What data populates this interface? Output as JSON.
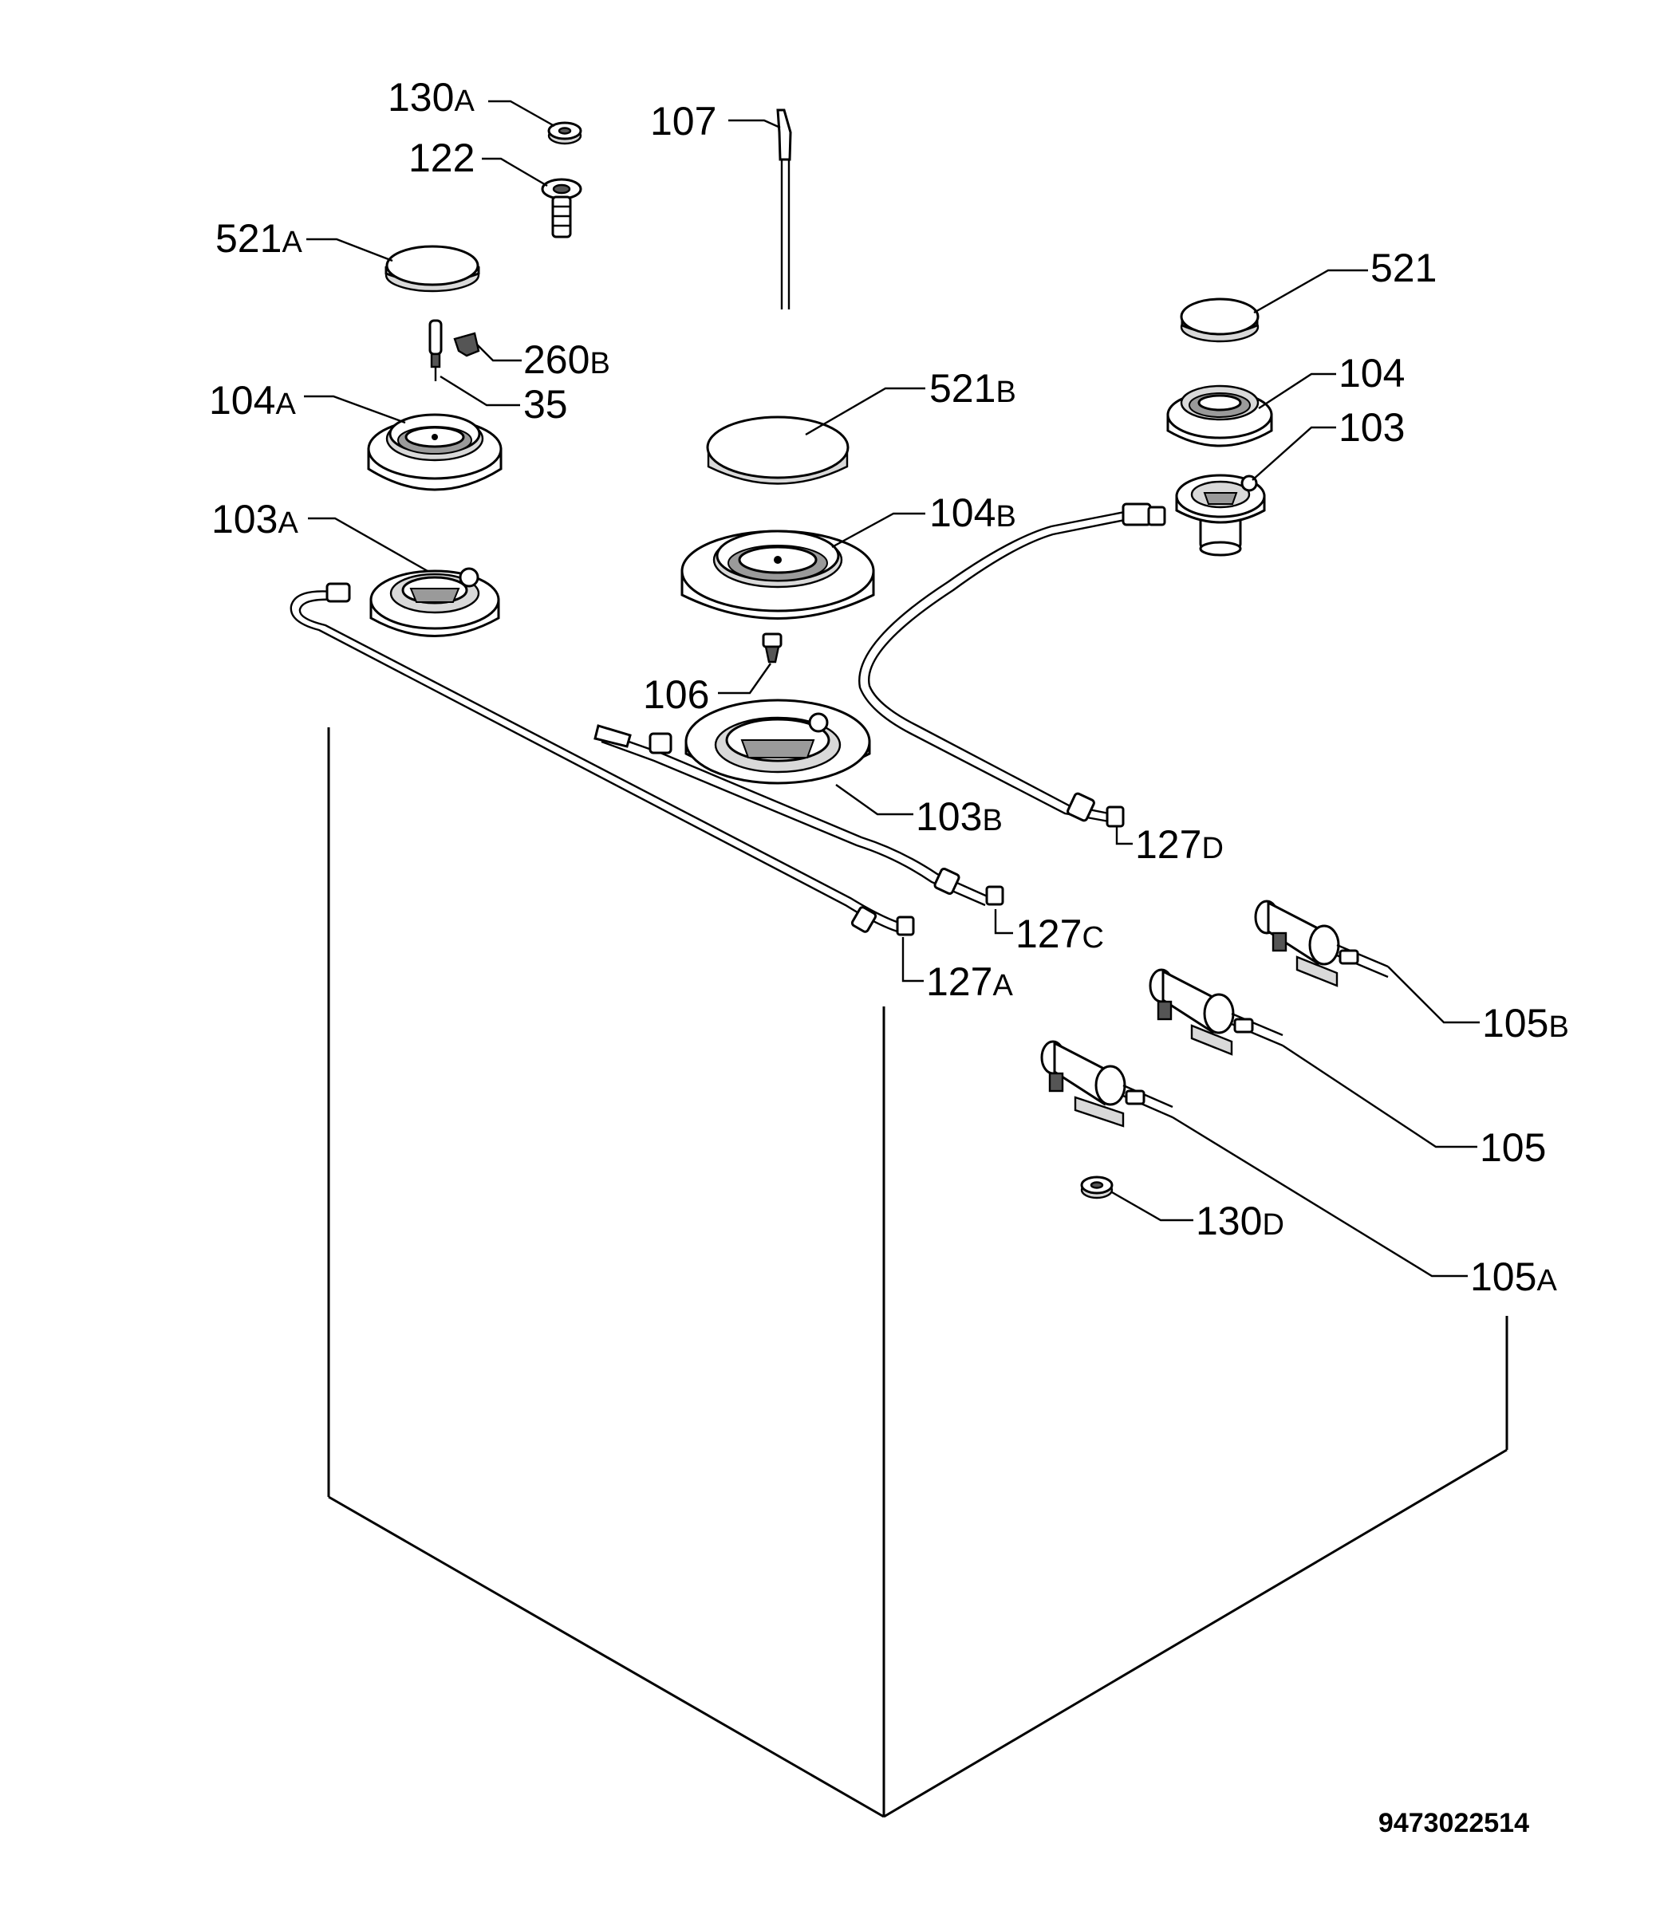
{
  "document_id": "9473022514",
  "callouts": [
    {
      "id": "130A",
      "num": "130",
      "suffix": "A"
    },
    {
      "id": "122",
      "num": "122",
      "suffix": ""
    },
    {
      "id": "107",
      "num": "107",
      "suffix": ""
    },
    {
      "id": "521A",
      "num": "521",
      "suffix": "A"
    },
    {
      "id": "521",
      "num": "521",
      "suffix": ""
    },
    {
      "id": "260B",
      "num": "260",
      "suffix": "B"
    },
    {
      "id": "35",
      "num": "35",
      "suffix": ""
    },
    {
      "id": "104A",
      "num": "104",
      "suffix": "A"
    },
    {
      "id": "521B",
      "num": "521",
      "suffix": "B"
    },
    {
      "id": "104",
      "num": "104",
      "suffix": ""
    },
    {
      "id": "103",
      "num": "103",
      "suffix": ""
    },
    {
      "id": "103A",
      "num": "103",
      "suffix": "A"
    },
    {
      "id": "104B",
      "num": "104",
      "suffix": "B"
    },
    {
      "id": "106",
      "num": "106",
      "suffix": ""
    },
    {
      "id": "103B",
      "num": "103",
      "suffix": "B"
    },
    {
      "id": "127D",
      "num": "127",
      "suffix": "D"
    },
    {
      "id": "127C",
      "num": "127",
      "suffix": "C"
    },
    {
      "id": "127A",
      "num": "127",
      "suffix": "A"
    },
    {
      "id": "105B",
      "num": "105",
      "suffix": "B"
    },
    {
      "id": "105",
      "num": "105",
      "suffix": ""
    },
    {
      "id": "130D",
      "num": "130",
      "suffix": "D"
    },
    {
      "id": "105A",
      "num": "105",
      "suffix": "A"
    }
  ]
}
